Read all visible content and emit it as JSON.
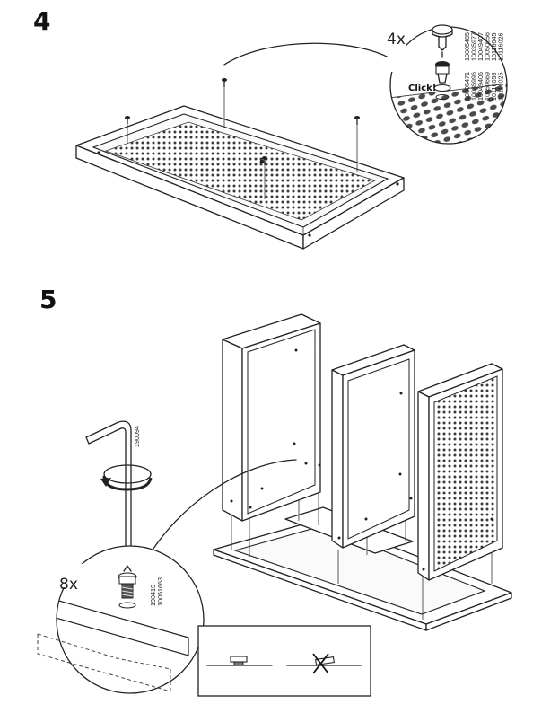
{
  "step4": {
    "number": "4",
    "quantity": "4x",
    "click_label": "Click!",
    "part_codes_top": [
      "10005485",
      "10035977",
      "10049407",
      "10050656",
      "10116045",
      "10116026"
    ],
    "part_codes_bottom": [
      "10005471",
      "10035996",
      "10049406",
      "10050669",
      "10116053",
      "10116025"
    ]
  },
  "step5": {
    "number": "5",
    "quantity": "8x",
    "tool_code": "190094",
    "screw_codes": [
      "190419",
      "10051663"
    ]
  },
  "icons": {
    "step4_detail": "push-pin-click-icon",
    "step5_tool": "allen-key-icon",
    "step5_rotation": "clockwise-rotation-arrow-icon",
    "correct_incorrect": "correct-vs-incorrect-screw-depth-icon"
  }
}
